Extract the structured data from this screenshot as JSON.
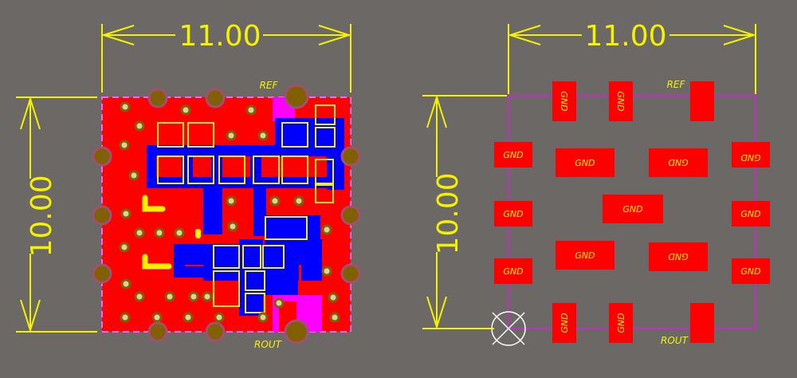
{
  "left_view": {
    "dim_width": "11.00",
    "dim_height": "10.00",
    "label_top": "REF",
    "label_bottom": "ROUT"
  },
  "right_view": {
    "dim_width": "11.00",
    "dim_height": "10.00",
    "label_top": "REF",
    "label_bottom": "ROUT",
    "pad_label": "GND"
  },
  "colors": {
    "background": "#6c6866",
    "copper_top": "#ff0000",
    "copper_bottom": "#0000ff",
    "dimension": "#f3f300",
    "outline": "#c030c0",
    "via_ring": "#a05070",
    "via_fill": "#806000"
  }
}
